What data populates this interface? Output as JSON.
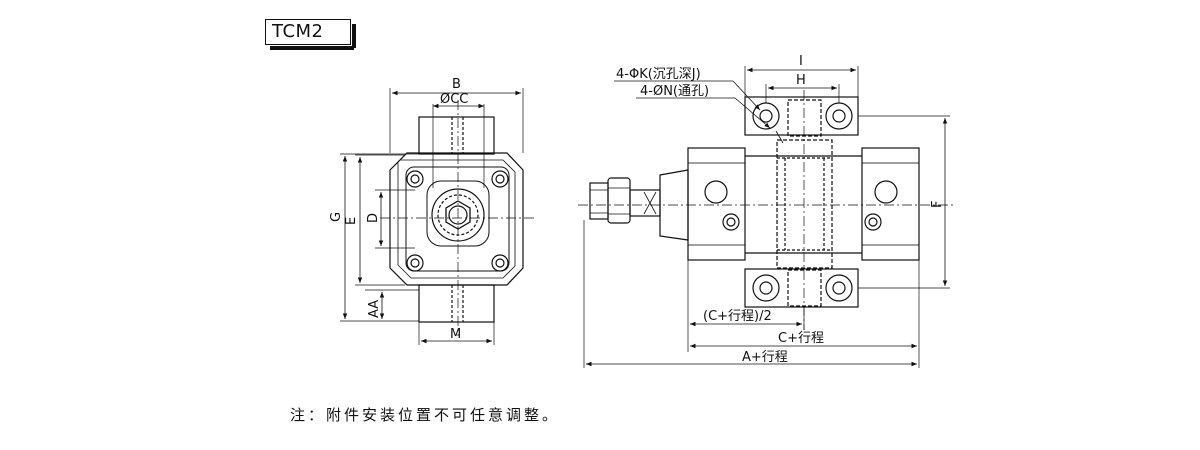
{
  "model": "TCM2",
  "front_view_labels": {
    "b": "B",
    "cc": "ØCC",
    "g": "G",
    "e": "E",
    "d": "D",
    "aa": "AA",
    "m": "M"
  },
  "side_view_labels": {
    "i": "I",
    "h": "H",
    "k_hole": "4-ΦK(沉孔深J)",
    "n_hole": "4-ØN(通孔)",
    "f": "F",
    "c_half": "(C+行程)/2",
    "c_stroke": "C+行程",
    "a_stroke": "A+行程"
  },
  "note": "注：附件安装位置不可任意调整。"
}
